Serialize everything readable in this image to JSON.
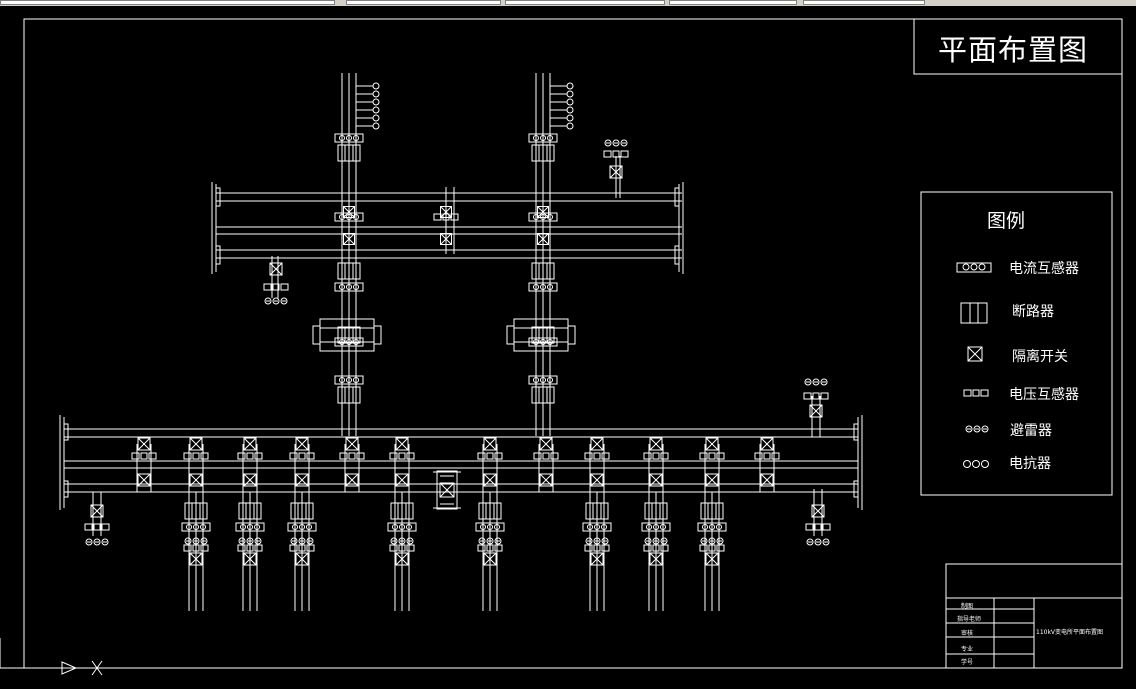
{
  "title_block_main": {
    "title": "平面布置图"
  },
  "legend": {
    "title": "图例",
    "items": [
      {
        "symbol": "ct-icon",
        "label": "电流互感器"
      },
      {
        "symbol": "breaker-icon",
        "label": "断路器"
      },
      {
        "symbol": "disconnector-icon",
        "label": "隔离开关"
      },
      {
        "symbol": "pt-icon",
        "label": "电压互感器"
      },
      {
        "symbol": "arrester-icon",
        "label": "避雷器"
      },
      {
        "symbol": "reactor-icon",
        "label": "电抗器"
      }
    ]
  },
  "title_block": {
    "rows": [
      "制图",
      "指导老师",
      "审核",
      "专业",
      "学号"
    ],
    "drawing_name": "110kV变电所平面布置图"
  },
  "colors": {
    "background": "#000000",
    "line": "#ffffff",
    "toolbar": "#d4d0c8"
  }
}
